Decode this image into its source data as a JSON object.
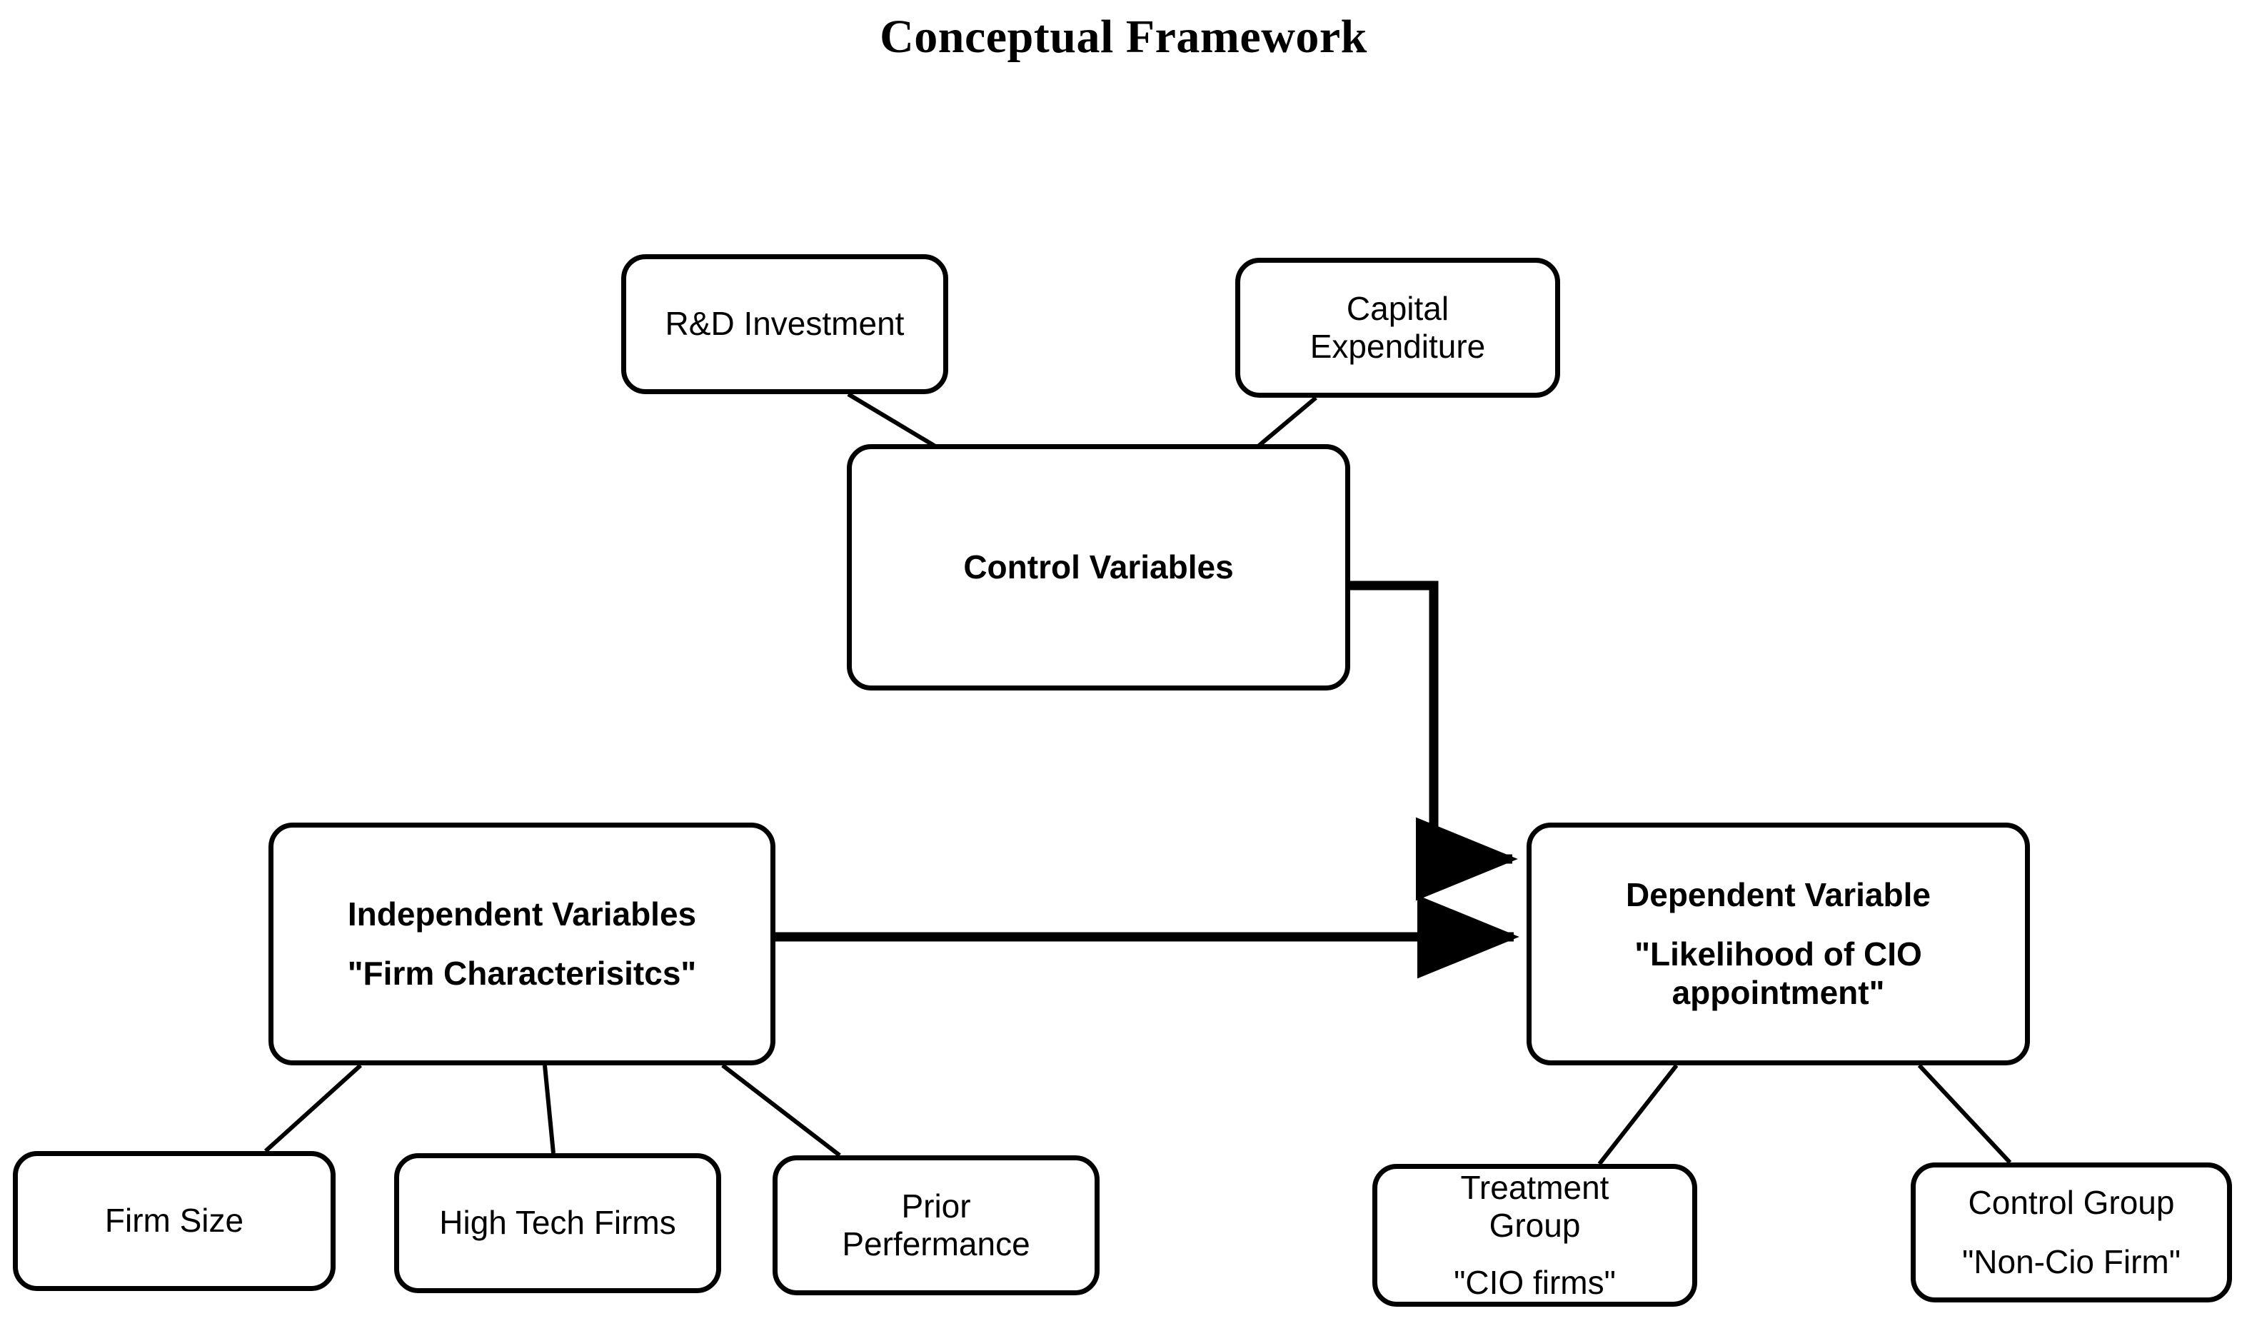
{
  "title": "Conceptual Framework",
  "diagram": {
    "type": "flowchart",
    "nodes": [
      {
        "id": "rd_investment",
        "label": "R&D Investment",
        "emphasis": "normal"
      },
      {
        "id": "capital_expenditure",
        "label": "Capital\nExpenditure",
        "emphasis": "normal"
      },
      {
        "id": "control_variables",
        "label": "Control Variables",
        "emphasis": "bold"
      },
      {
        "id": "independent_variables",
        "label_line1": "Independent Variables",
        "label_line2": "\"Firm Characterisitcs\"",
        "emphasis": "bold"
      },
      {
        "id": "dependent_variable",
        "label_line1": "Dependent Variable",
        "label_line2": "\"Likelihood of CIO appointment\"",
        "emphasis": "bold"
      },
      {
        "id": "firm_size",
        "label": "Firm Size",
        "emphasis": "normal"
      },
      {
        "id": "high_tech_firms",
        "label": "High Tech Firms",
        "emphasis": "normal"
      },
      {
        "id": "prior_performance",
        "label": "Prior\nPerfermance",
        "emphasis": "normal"
      },
      {
        "id": "treatment_group",
        "label_line1": "Treatment\nGroup",
        "label_line2": "\"CIO firms\"",
        "emphasis": "normal"
      },
      {
        "id": "control_group",
        "label_line1": "Control Group",
        "label_line2": "\"Non-Cio Firm\"",
        "emphasis": "normal"
      }
    ],
    "edges": [
      {
        "from": "rd_investment",
        "to": "control_variables",
        "style": "plain-line"
      },
      {
        "from": "capital_expenditure",
        "to": "control_variables",
        "style": "plain-line"
      },
      {
        "from": "control_variables",
        "to": "dependent_variable",
        "style": "elbow-arrow"
      },
      {
        "from": "independent_variables",
        "to": "dependent_variable",
        "style": "straight-arrow"
      },
      {
        "from": "independent_variables",
        "to": "firm_size",
        "style": "plain-line"
      },
      {
        "from": "independent_variables",
        "to": "high_tech_firms",
        "style": "plain-line"
      },
      {
        "from": "independent_variables",
        "to": "prior_performance",
        "style": "plain-line"
      },
      {
        "from": "dependent_variable",
        "to": "treatment_group",
        "style": "plain-line"
      },
      {
        "from": "dependent_variable",
        "to": "control_group",
        "style": "plain-line"
      }
    ],
    "colors": {
      "stroke": "#000000",
      "fill": "#ffffff",
      "text": "#000000"
    }
  }
}
